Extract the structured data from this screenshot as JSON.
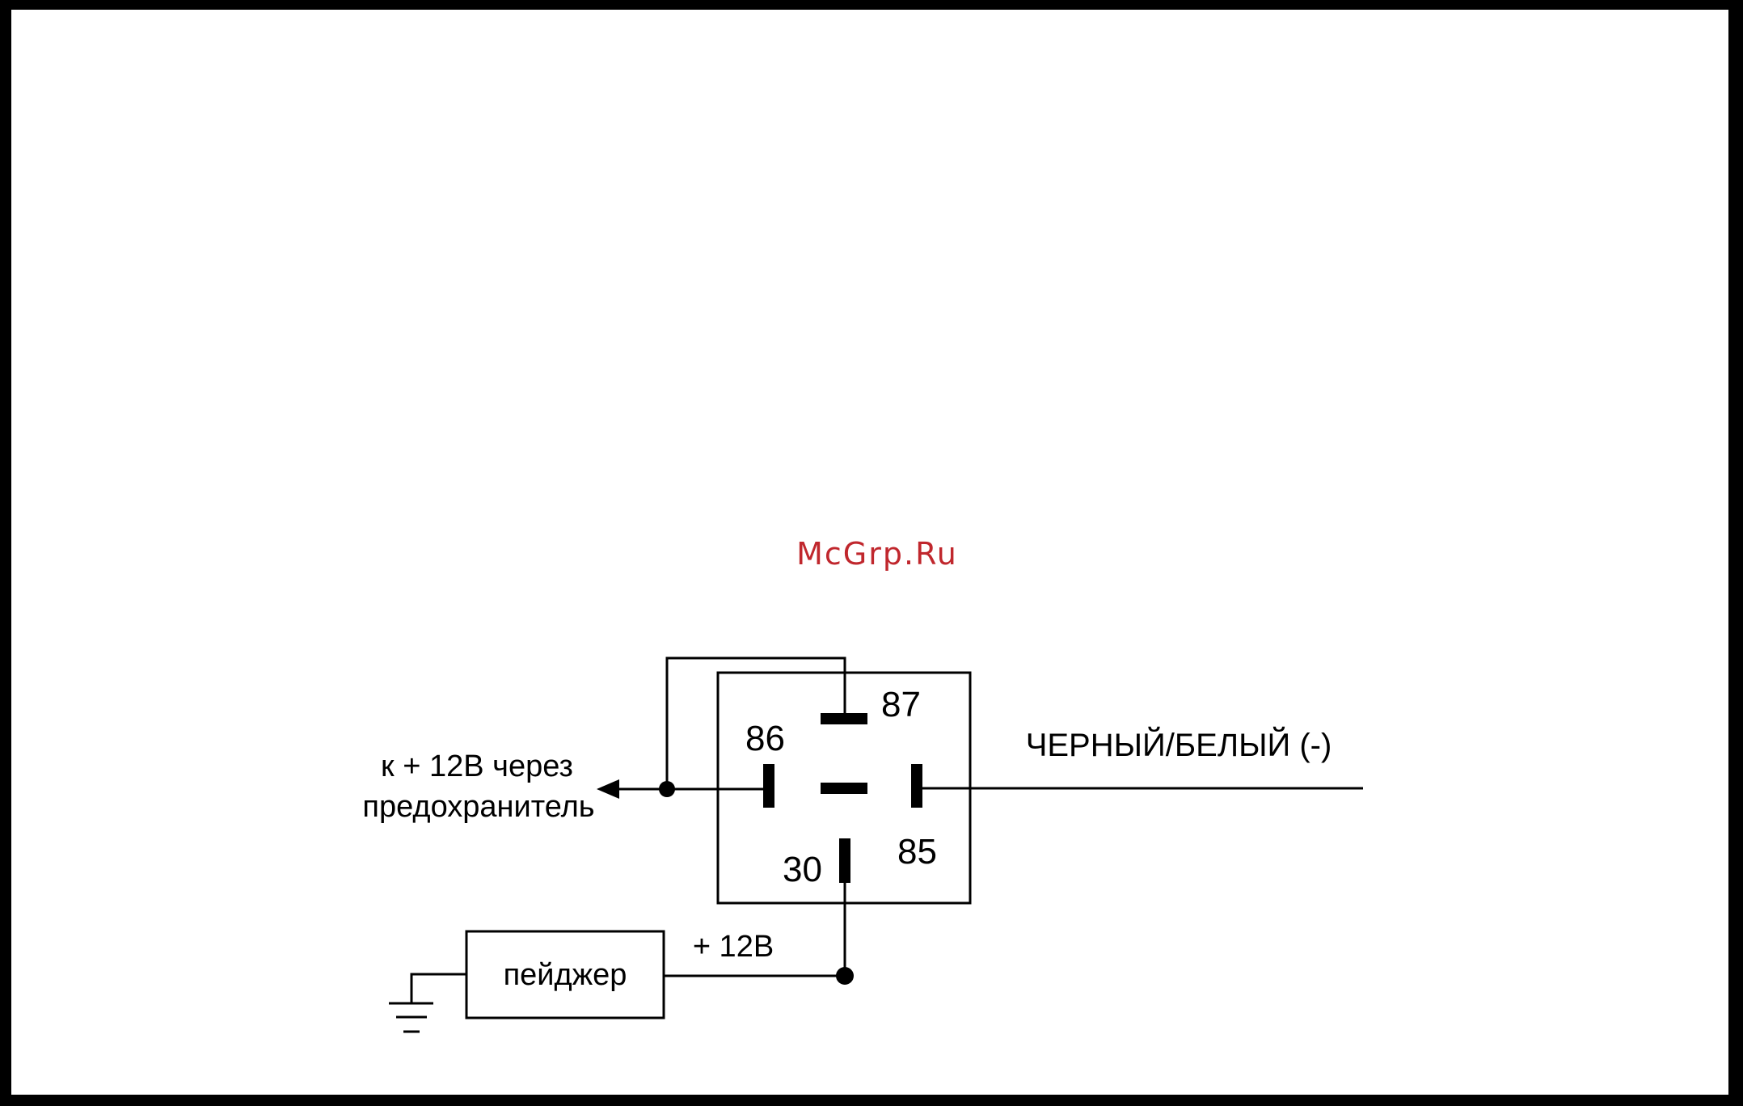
{
  "watermark": "McGrp.Ru",
  "relay": {
    "pins": {
      "p87": "87",
      "p86": "86",
      "p85": "85",
      "p30": "30"
    }
  },
  "labels": {
    "to_12v_line1": "к + 12В через",
    "to_12v_line2": "предохранитель",
    "black_white": "ЧЕРНЫЙ/БЕЛЫЙ (-)",
    "pager": "пейджер",
    "plus12v": "+ 12В"
  },
  "colors": {
    "line": "#000000",
    "watermark": "#c0272d",
    "background": "#ffffff",
    "frame": "#000000"
  }
}
